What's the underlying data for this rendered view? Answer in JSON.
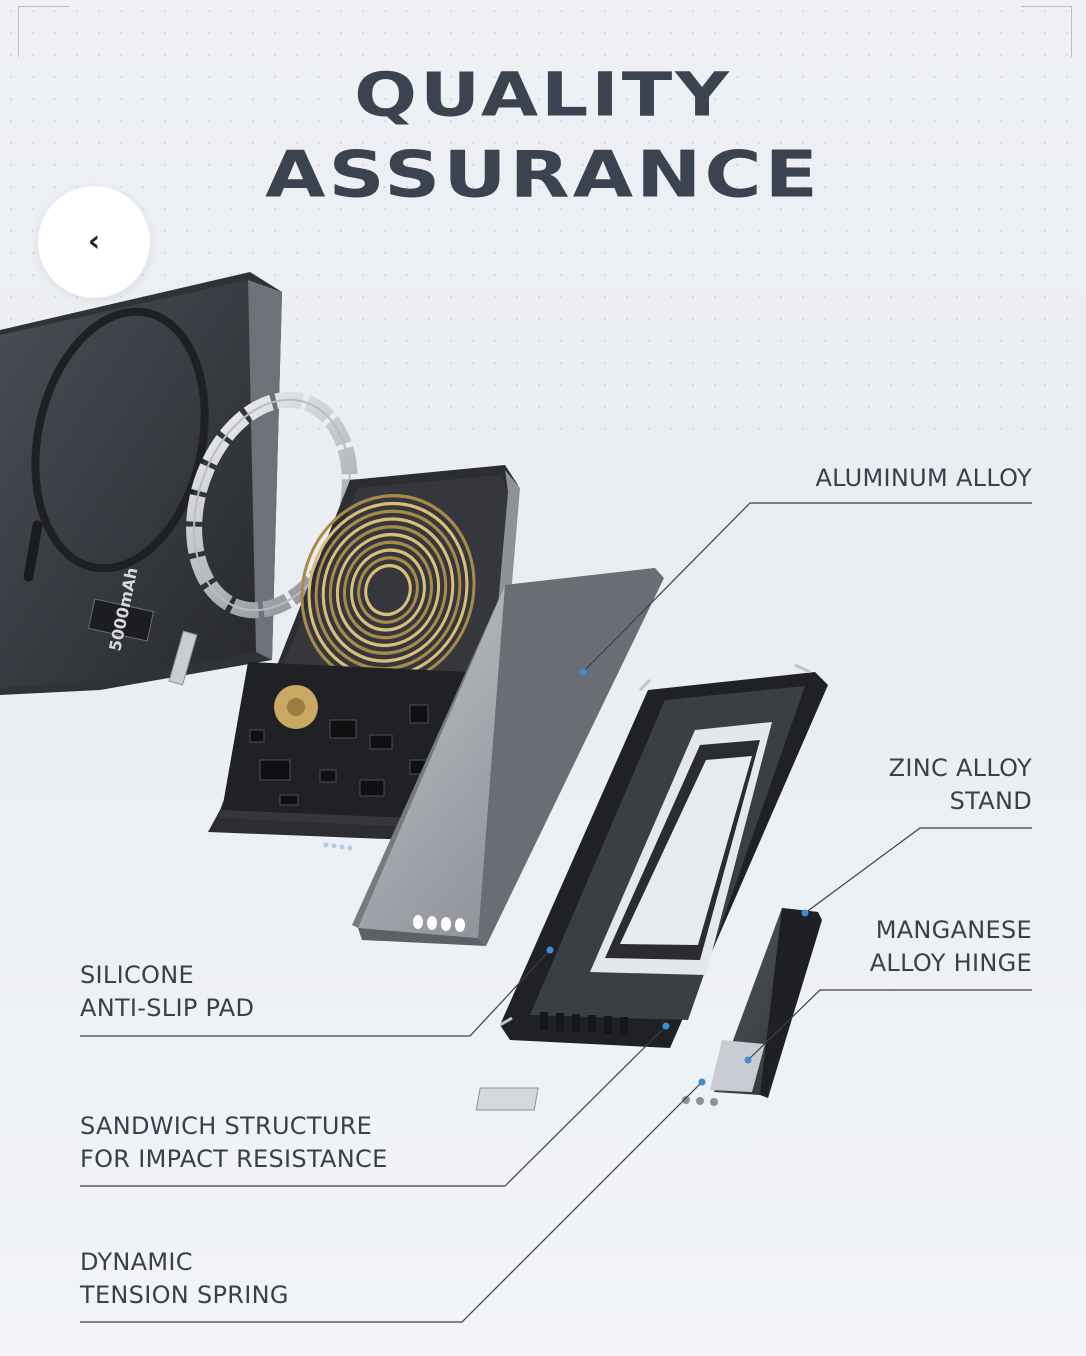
{
  "header": {
    "line1": "QUALITY",
    "line2": "ASSURANCE"
  },
  "nav": {
    "back_icon": "chevron-left-icon",
    "back_glyph": "‹"
  },
  "labels": {
    "aluminum": "ALUMINUM ALLOY",
    "zinc_1": "ZINC ALLOY",
    "zinc_2": "STAND",
    "hinge_1": "MANGANESE",
    "hinge_2": "ALLOY HINGE",
    "silicone_1": "SILICONE",
    "silicone_2": "ANTI-SLIP PAD",
    "sandwich_1": "SANDWICH STRUCTURE",
    "sandwich_2": "FOR IMPACT RESISTANCE",
    "spring_1": "DYNAMIC",
    "spring_2": "TENSION SPRING"
  },
  "product": {
    "capacity_badge": "5000mAh"
  },
  "colors": {
    "title": "#3c4350",
    "accent_dot": "#3a8fd8",
    "leader_line": "#3a3f4a",
    "coil": "#c8a862"
  }
}
